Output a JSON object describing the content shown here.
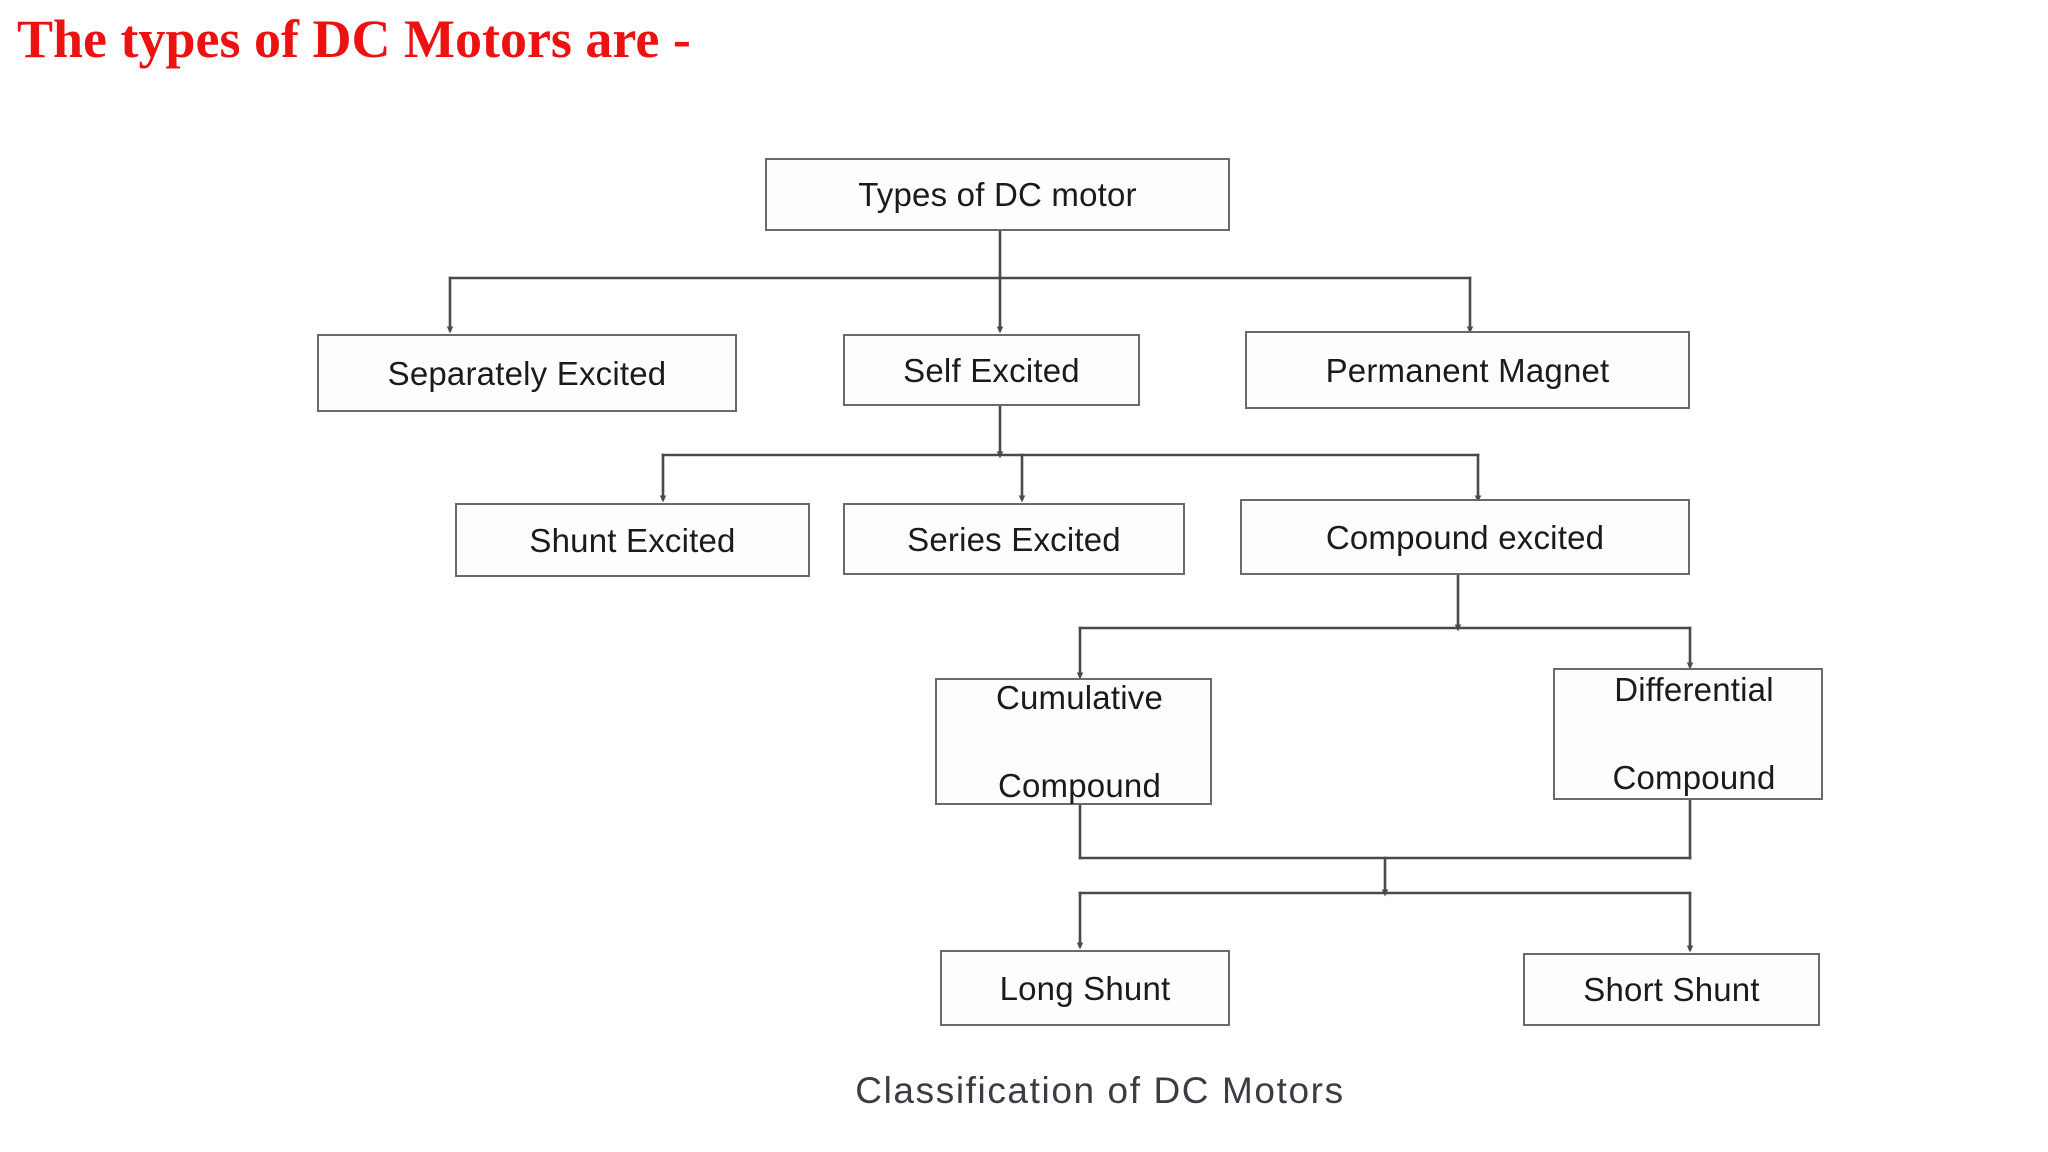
{
  "slide": {
    "title": "The types of DC Motors are -",
    "title_color": "#ee1111",
    "background_color": "#ffffff"
  },
  "diagram": {
    "caption": "Classification of DC Motors",
    "line_color": "#4a4a4a",
    "box_border_color": "#6a6a6a",
    "box_fill_color": "#fdfdfd",
    "text_color": "#1b1b1b",
    "nodes": {
      "root": "Types of DC motor",
      "separately_excited": "Separately Excited",
      "self_excited": "Self Excited",
      "permanent_magnet": "Permanent Magnet",
      "shunt_excited": "Shunt Excited",
      "series_excited": "Series Excited",
      "compound_excited": "Compound excited",
      "cumulative_compound_line1": "Cumulative",
      "cumulative_compound_line2": "Compound",
      "differential_compound_line1": "Differential",
      "differential_compound_line2": "Compound",
      "long_shunt": "Long Shunt",
      "short_shunt": "Short Shunt"
    }
  }
}
